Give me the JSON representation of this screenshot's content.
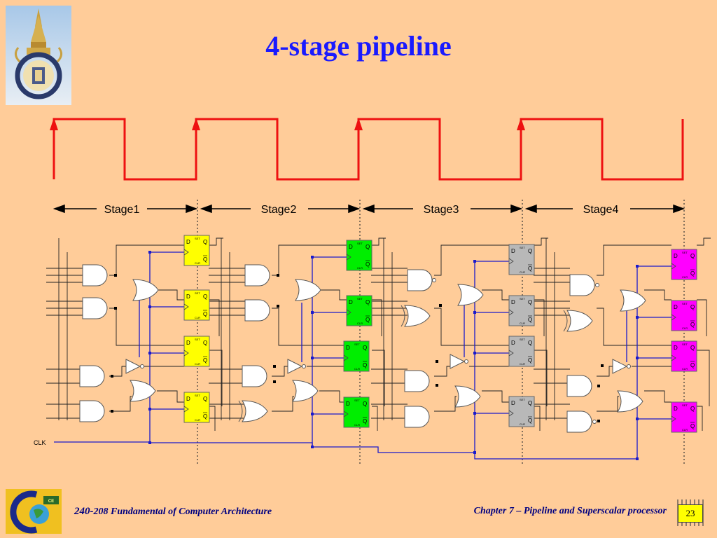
{
  "slide": {
    "title": "4-stage pipeline",
    "page_number": "23"
  },
  "footer": {
    "course_number": "240-",
    "course_rest": "208 Fundamental of Computer Architecture",
    "chapter": "Chapter 7 – Pipeline and Superscalar processor"
  },
  "diagram": {
    "clock_label": "CLK",
    "stages": [
      "Stage1",
      "Stage2",
      "Stage3",
      "Stage4"
    ],
    "flipflop_labels": {
      "d": "D",
      "q": "Q",
      "qbar": "Q",
      "set": "SET",
      "clr": "CLR"
    },
    "stage_colors": [
      "#ffff00",
      "#00ee00",
      "#b8b8b8",
      "#ff00ff"
    ]
  },
  "icons": [
    "university-emblem-icon",
    "course-logo-icon",
    "chip-icon"
  ]
}
